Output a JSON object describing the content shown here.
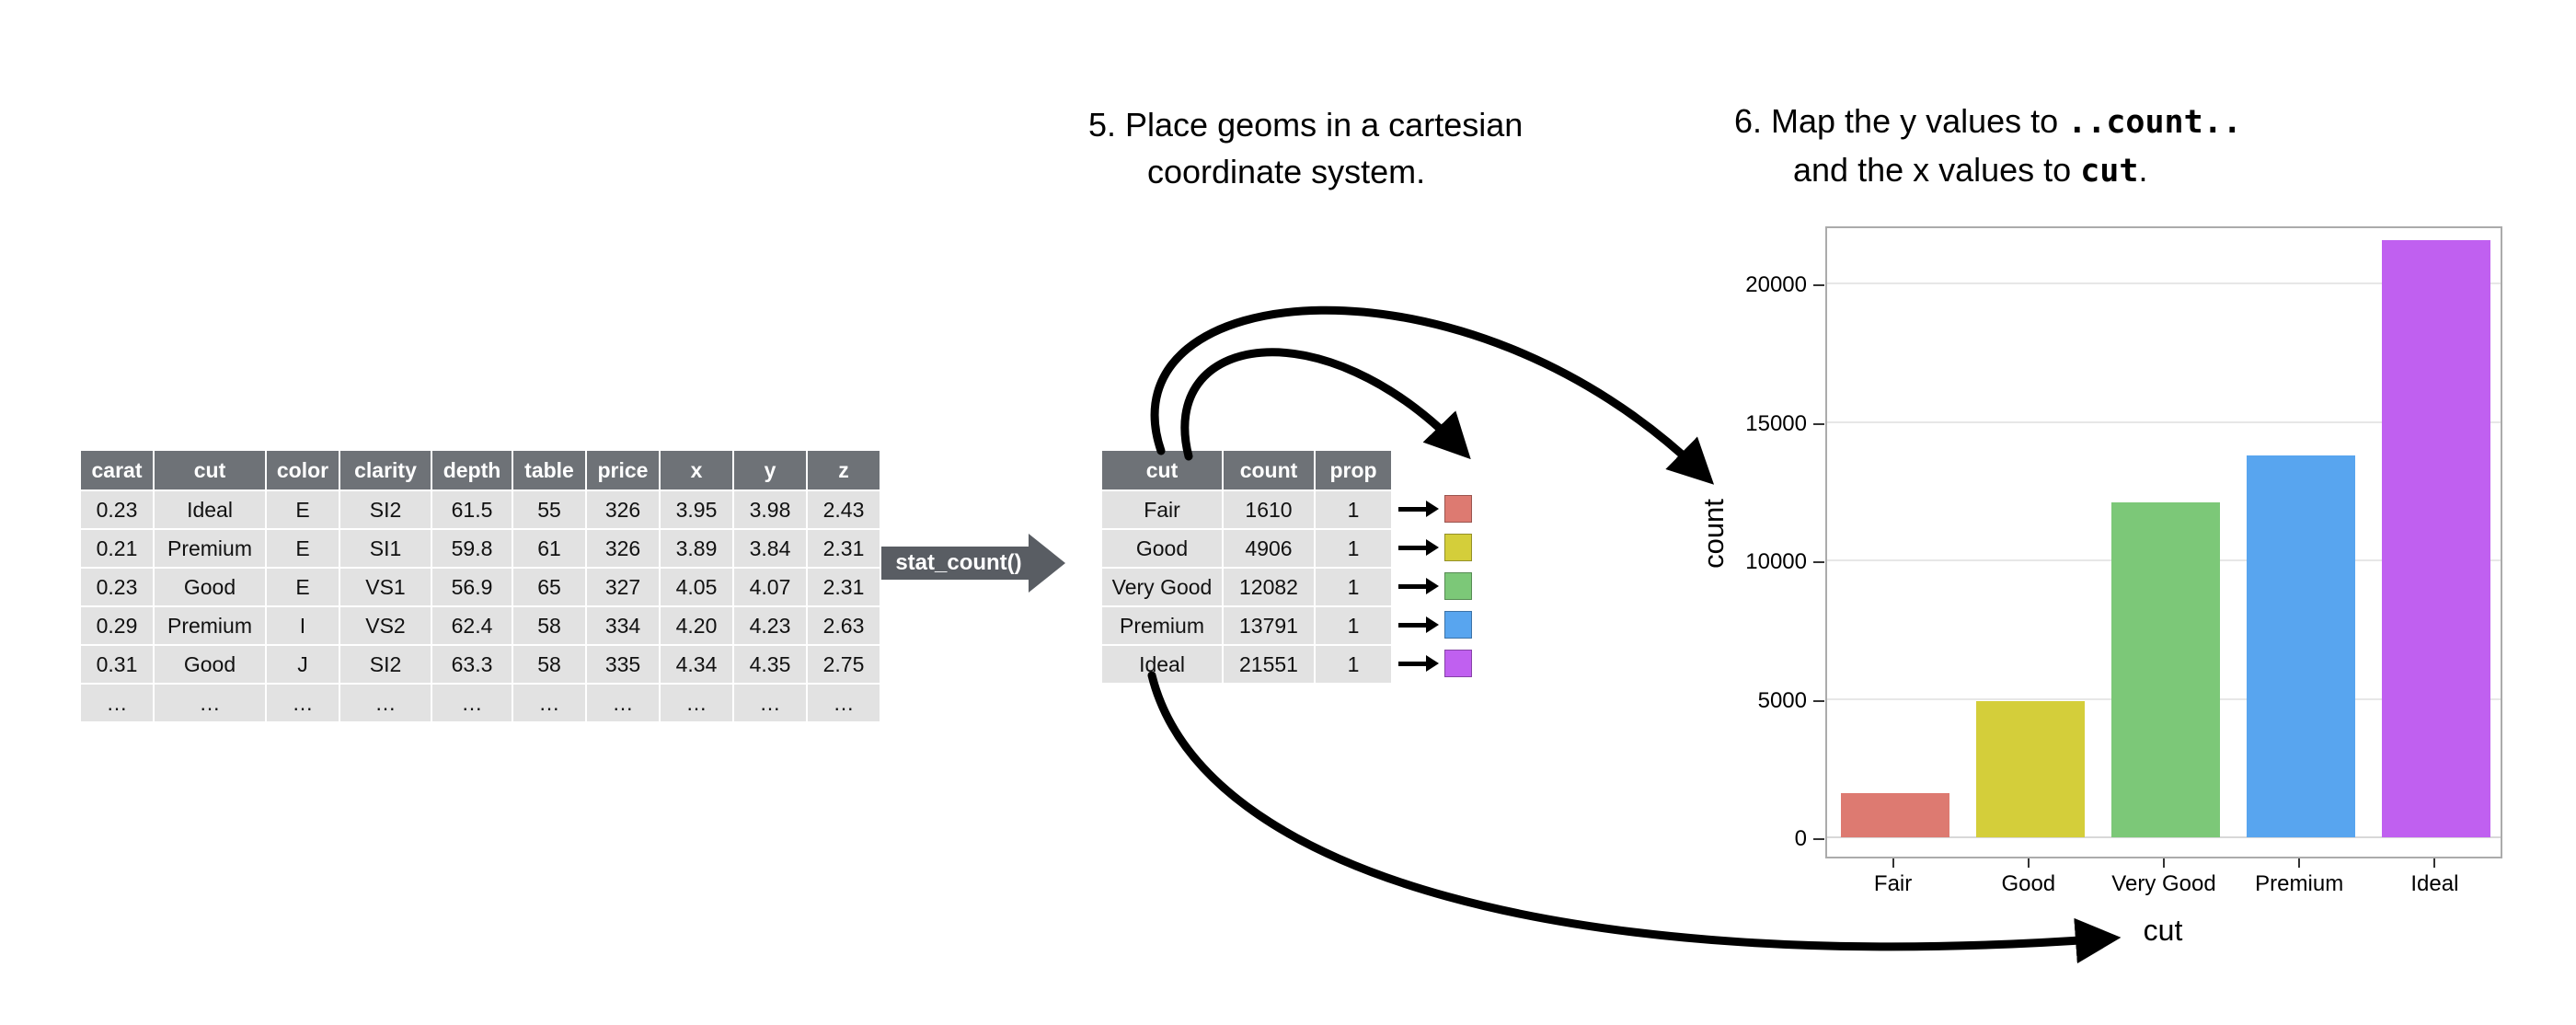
{
  "steps": {
    "step5_line1": "5. Place geoms in a cartesian",
    "step5_line2": "coordinate system.",
    "step6_prefix": "6. Map the y values to ",
    "step6_code1": "..count..",
    "step6_line2_prefix": "and the x values to ",
    "step6_code2": "cut",
    "step6_suffix": "."
  },
  "stat_arrow": {
    "label": "stat_count()"
  },
  "left_table": {
    "headers": [
      "carat",
      "cut",
      "color",
      "clarity",
      "depth",
      "table",
      "price",
      "x",
      "y",
      "z"
    ],
    "rows": [
      [
        "0.23",
        "Ideal",
        "E",
        "SI2",
        "61.5",
        "55",
        "326",
        "3.95",
        "3.98",
        "2.43"
      ],
      [
        "0.21",
        "Premium",
        "E",
        "SI1",
        "59.8",
        "61",
        "326",
        "3.89",
        "3.84",
        "2.31"
      ],
      [
        "0.23",
        "Good",
        "E",
        "VS1",
        "56.9",
        "65",
        "327",
        "4.05",
        "4.07",
        "2.31"
      ],
      [
        "0.29",
        "Premium",
        "I",
        "VS2",
        "62.4",
        "58",
        "334",
        "4.20",
        "4.23",
        "2.63"
      ],
      [
        "0.31",
        "Good",
        "J",
        "SI2",
        "63.3",
        "58",
        "335",
        "4.34",
        "4.35",
        "2.75"
      ],
      [
        "…",
        "…",
        "…",
        "…",
        "…",
        "…",
        "…",
        "…",
        "…",
        "…"
      ]
    ]
  },
  "summary_table": {
    "headers": [
      "cut",
      "count",
      "prop"
    ],
    "rows": [
      [
        "Fair",
        "1610",
        "1"
      ],
      [
        "Good",
        "4906",
        "1"
      ],
      [
        "Very Good",
        "12082",
        "1"
      ],
      [
        "Premium",
        "13791",
        "1"
      ],
      [
        "Ideal",
        "21551",
        "1"
      ]
    ]
  },
  "chart_data": {
    "type": "bar",
    "categories": [
      "Fair",
      "Good",
      "Very Good",
      "Premium",
      "Ideal"
    ],
    "values": [
      1610,
      4906,
      12082,
      13791,
      21551
    ],
    "colors": [
      "#dd7a71",
      "#d4ce3a",
      "#7cc878",
      "#58a5ef",
      "#c060f0"
    ],
    "title": "",
    "xlabel": "cut",
    "ylabel": "count",
    "yticks": [
      0,
      5000,
      10000,
      15000,
      20000
    ],
    "ylim": [
      0,
      22100
    ],
    "grid": "horizontal-light",
    "legend": "none"
  }
}
